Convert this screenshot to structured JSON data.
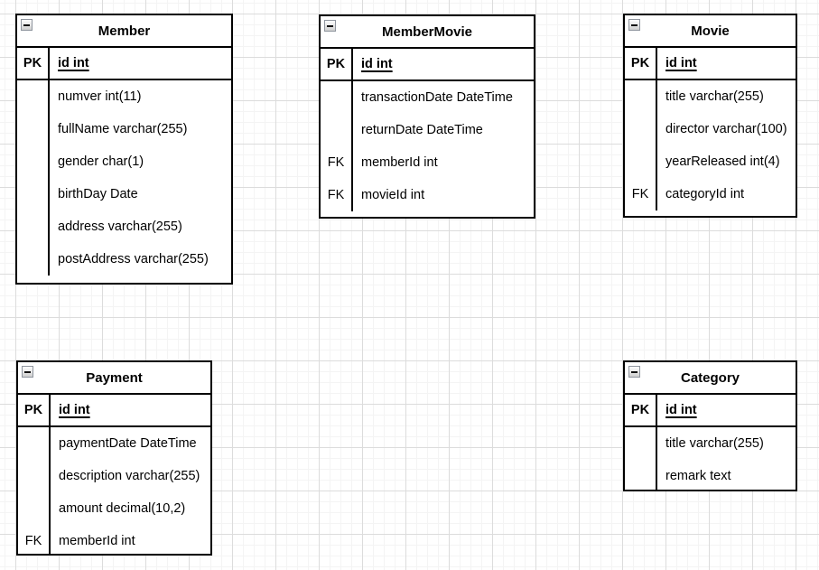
{
  "diagram": {
    "type": "entity-relationship-diagram",
    "colors": {
      "table_border": "#000000",
      "table_background": "#ffffff",
      "text": "#000000",
      "grid_major": "#dcdcdc",
      "grid_minor": "#f4f4f4",
      "canvas_background": "#ffffff"
    },
    "icons": {
      "collapse": "collapse-minus-icon"
    },
    "tables": [
      {
        "title": "Member",
        "pk": {
          "key": "PK",
          "field": "id int"
        },
        "rows": [
          {
            "key": "",
            "field": "numver int(11)"
          },
          {
            "key": "",
            "field": "fullName varchar(255)"
          },
          {
            "key": "",
            "field": "gender char(1)"
          },
          {
            "key": "",
            "field": "birthDay Date"
          },
          {
            "key": "",
            "field": "address varchar(255)"
          },
          {
            "key": "",
            "field": "postAddress varchar(255)"
          }
        ]
      },
      {
        "title": "MemberMovie",
        "pk": {
          "key": "PK",
          "field": "id int"
        },
        "rows": [
          {
            "key": "",
            "field": "transactionDate DateTime"
          },
          {
            "key": "",
            "field": "returnDate DateTime"
          },
          {
            "key": "FK",
            "field": "memberId int"
          },
          {
            "key": "FK",
            "field": "movieId int"
          }
        ]
      },
      {
        "title": "Movie",
        "pk": {
          "key": "PK",
          "field": "id int"
        },
        "rows": [
          {
            "key": "",
            "field": "title varchar(255)"
          },
          {
            "key": "",
            "field": "director varchar(100)"
          },
          {
            "key": "",
            "field": "yearReleased int(4)"
          },
          {
            "key": "FK",
            "field": "categoryId int"
          }
        ]
      },
      {
        "title": "Payment",
        "pk": {
          "key": "PK",
          "field": "id int"
        },
        "rows": [
          {
            "key": "",
            "field": "paymentDate DateTime"
          },
          {
            "key": "",
            "field": "description varchar(255)"
          },
          {
            "key": "",
            "field": "amount decimal(10,2)"
          },
          {
            "key": "FK",
            "field": "memberId int"
          }
        ]
      },
      {
        "title": "Category",
        "pk": {
          "key": "PK",
          "field": "id int"
        },
        "rows": [
          {
            "key": "",
            "field": "title varchar(255)"
          },
          {
            "key": "",
            "field": "remark text"
          }
        ]
      }
    ]
  }
}
